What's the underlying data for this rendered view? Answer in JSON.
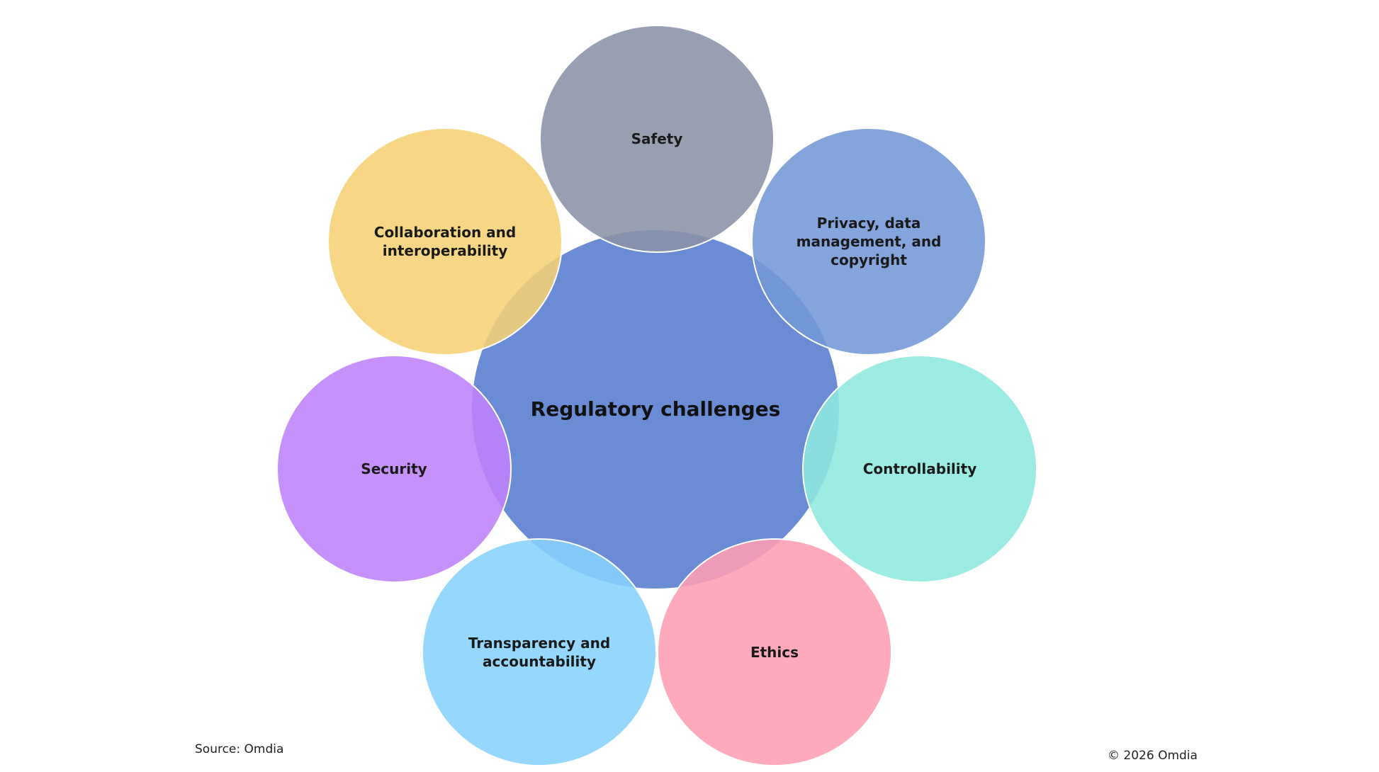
{
  "diagram": {
    "center": {
      "label": "Regulatory challenges",
      "color": "#5a7fd0"
    },
    "nodes": [
      {
        "id": "safety",
        "lines": [
          "Safety"
        ],
        "color": "#8a92a8"
      },
      {
        "id": "privacy",
        "lines": [
          "Privacy, data",
          "management, and",
          "copyright"
        ],
        "color": "#7398d6"
      },
      {
        "id": "controllability",
        "lines": [
          "Controllability"
        ],
        "color": "#8ee9df"
      },
      {
        "id": "ethics",
        "lines": [
          "Ethics"
        ],
        "color": "#ff9db4"
      },
      {
        "id": "transparency",
        "lines": [
          "Transparency and",
          "accountability"
        ],
        "color": "#86d2fd"
      },
      {
        "id": "security",
        "lines": [
          "Security"
        ],
        "color": "#bf82fc"
      },
      {
        "id": "collaboration",
        "lines": [
          "Collaboration and",
          "interoperability"
        ],
        "color": "#f6d274"
      }
    ]
  },
  "footer": {
    "source": "Source: Omdia",
    "copyright": "© 2026 Omdia"
  }
}
